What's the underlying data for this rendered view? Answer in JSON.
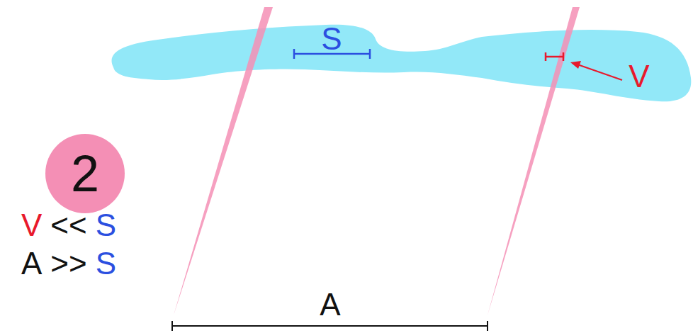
{
  "diagram": {
    "nodes": [
      {
        "text": [
          "2"
        ]
      }
    ],
    "labels": [
      "S",
      "V",
      "V",
      "<<",
      "S",
      "A",
      ">>",
      "S",
      "A"
    ]
  }
}
